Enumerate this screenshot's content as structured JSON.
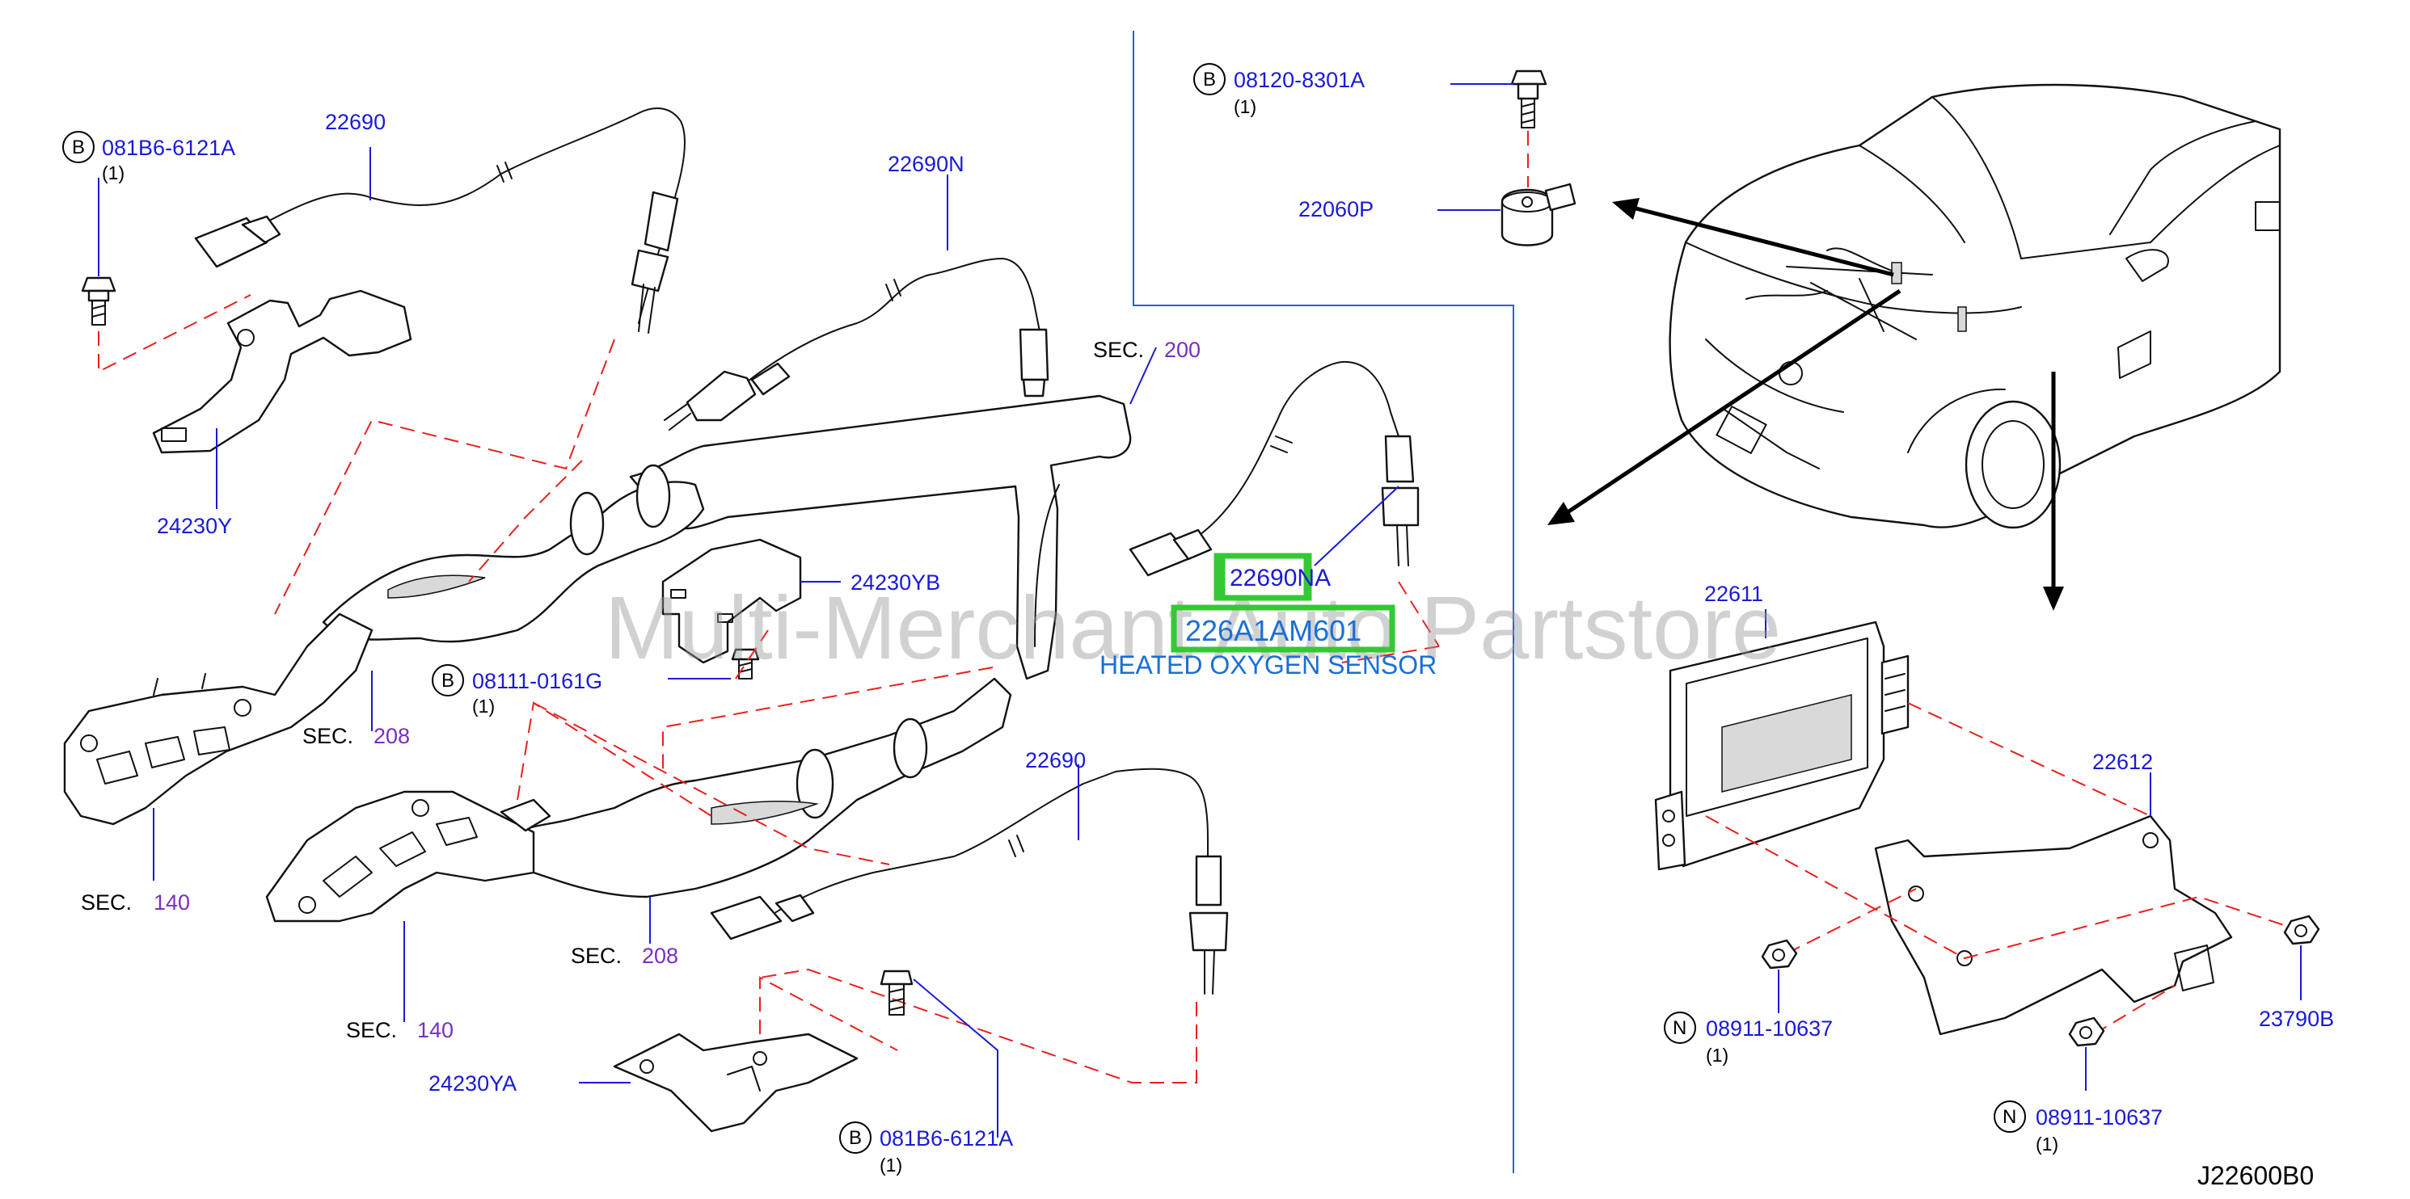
{
  "watermark": "Multi-Merchant Auto Partstore",
  "diagram_code": "J22600B0",
  "highlight": {
    "part_22690NA": "22690NA",
    "part_number": "226A1AM601",
    "description": "HEATED OXYGEN SENSOR"
  },
  "callouts": {
    "bolt_081B6_top": {
      "prefix": "B",
      "number": "081B6-6121A",
      "qty": "(1)"
    },
    "bolt_08120": {
      "prefix": "B",
      "number": "08120-8301A",
      "qty": "(1)"
    },
    "bolt_08111": {
      "prefix": "B",
      "number": "08111-0161G",
      "qty": "(1)"
    },
    "bolt_081B6_bottom": {
      "prefix": "B",
      "number": "081B6-6121A",
      "qty": "(1)"
    },
    "nut_08911_left": {
      "prefix": "N",
      "number": "08911-10637",
      "qty": "(1)"
    },
    "nut_08911_bottom": {
      "prefix": "N",
      "number": "08911-10637",
      "qty": "(1)"
    }
  },
  "part_labels": {
    "p22690_top": "22690",
    "p22690N": "22690N",
    "p24230Y": "24230Y",
    "p24230YB": "24230YB",
    "p22060P": "22060P",
    "p22690_lower": "22690",
    "p24230YA": "24230YA",
    "p22611": "22611",
    "p22612": "22612",
    "p23790B": "23790B"
  },
  "section_refs": {
    "sec200": {
      "text": "SEC.",
      "num": "200"
    },
    "sec208_upper": {
      "text": "SEC.",
      "num": "208"
    },
    "sec140_left": {
      "text": "SEC.",
      "num": "140"
    },
    "sec208_lower": {
      "text": "SEC.",
      "num": "208"
    },
    "sec140_lower": {
      "text": "SEC.",
      "num": "140"
    }
  }
}
